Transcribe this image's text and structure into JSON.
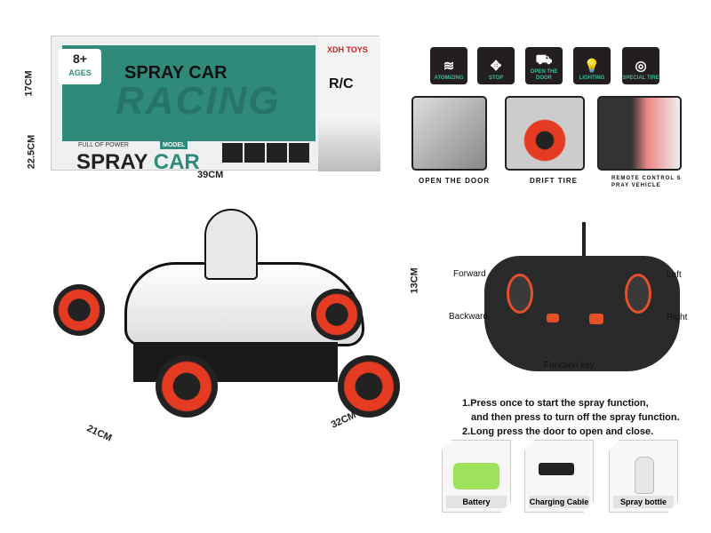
{
  "box": {
    "age": "8+",
    "age_label": "AGES",
    "top_title": "SPRAY CAR",
    "watermark": "RACING",
    "tagline": "FULL OF POWER",
    "model_badge": "MODEL",
    "title_left": "SPRAY",
    "title_right": "CAR",
    "brand": "XDH TOYS",
    "rc": "R/C"
  },
  "dimensions": {
    "box_height": "17CM",
    "box_depth": "22.5CM",
    "box_width": "39CM",
    "car_height": "13CM",
    "car_length": "32CM",
    "car_width": "21CM"
  },
  "features": [
    {
      "label": "ATOMIZING",
      "icon": "mist-icon",
      "glyph": "≋"
    },
    {
      "label": "STOP",
      "icon": "arrows-icon",
      "glyph": "✥"
    },
    {
      "label": "OPEN THE DOOR",
      "icon": "car-door-icon",
      "glyph": "⛟"
    },
    {
      "label": "LIGHTING",
      "icon": "bulb-icon",
      "glyph": "💡"
    },
    {
      "label": "SPECIAL TIRE",
      "icon": "tire-icon",
      "glyph": "◎"
    }
  ],
  "photos": [
    {
      "caption": "OPEN THE DOOR"
    },
    {
      "caption": "DRIFT TIRE"
    },
    {
      "caption": "REMOTE CONTROL S PRAY VEHICLE"
    }
  ],
  "remote": {
    "forward": "Forward",
    "backward": "Backward",
    "left": "Left",
    "right": "Right",
    "function_key": "Function key"
  },
  "instructions": [
    "1.Press once to start the spray function,",
    "and then press to turn off the spray function.",
    "2.Long press the door to open and close."
  ],
  "accessories": [
    {
      "label": "Battery"
    },
    {
      "label": "Charging Cable"
    },
    {
      "label": "Spray bottle"
    }
  ],
  "colors": {
    "teal": "#2f8a79",
    "red": "#e53b23",
    "dark": "#231f20"
  }
}
